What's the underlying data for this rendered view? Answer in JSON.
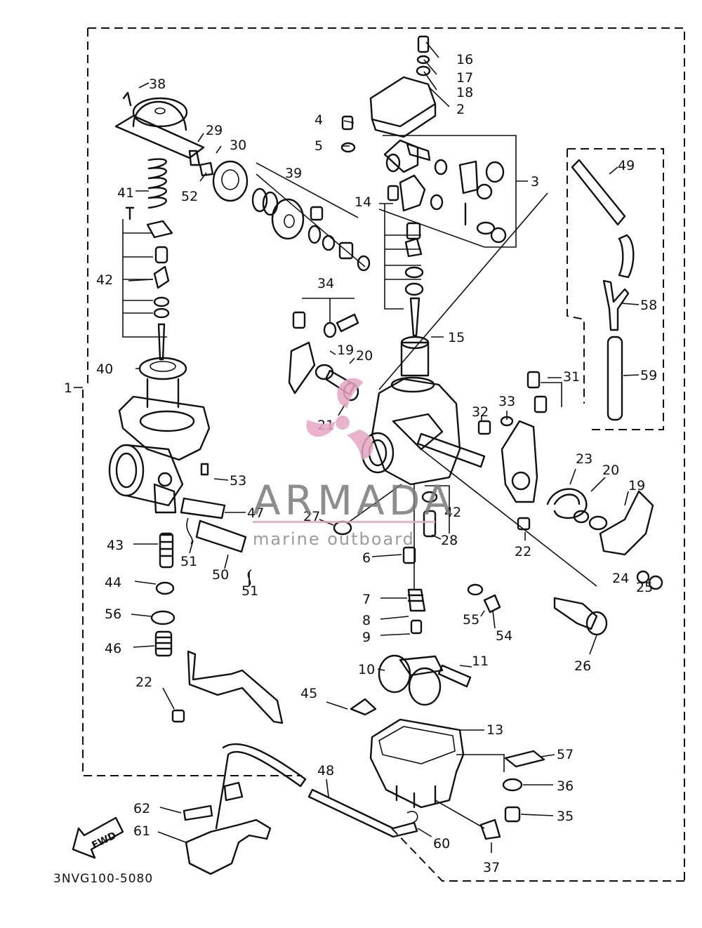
{
  "diagram_code": "3NVG100-5080",
  "watermark": {
    "brand": "ARMADA",
    "tagline": "marine outboard",
    "color": "#e7a6c4"
  },
  "fwd_label": "FWD",
  "part_labels": {
    "p1": "1",
    "p2": "2",
    "p3": "3",
    "p4": "4",
    "p5": "5",
    "p6": "6",
    "p7": "7",
    "p8": "8",
    "p9": "9",
    "p10": "10",
    "p11": "11",
    "p13": "13",
    "p14": "14",
    "p15": "15",
    "p16": "16",
    "p17": "17",
    "p18": "18",
    "p19a": "19",
    "p19b": "19",
    "p20a": "20",
    "p20b": "20",
    "p21": "21",
    "p22a": "22",
    "p22b": "22",
    "p23": "23",
    "p24": "24",
    "p25": "25",
    "p26": "26",
    "p27": "27",
    "p28": "28",
    "p29": "29",
    "p30": "30",
    "p31": "31",
    "p32": "32",
    "p33": "33",
    "p34": "34",
    "p35": "35",
    "p36": "36",
    "p37": "37",
    "p38": "38",
    "p39": "39",
    "p40": "40",
    "p41": "41",
    "p42a": "42",
    "p42b": "42",
    "p43": "43",
    "p44": "44",
    "p45": "45",
    "p46": "46",
    "p47": "47",
    "p48": "48",
    "p49": "49",
    "p50": "50",
    "p51a": "51",
    "p51b": "51",
    "p52": "52",
    "p53": "53",
    "p54": "54",
    "p55": "55",
    "p56": "56",
    "p57": "57",
    "p58": "58",
    "p59": "59",
    "p60": "60",
    "p61": "61",
    "p62": "62"
  }
}
